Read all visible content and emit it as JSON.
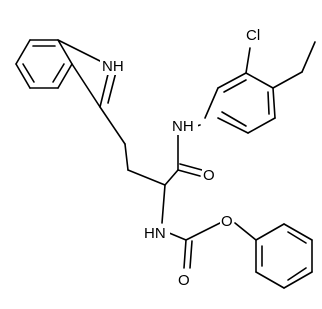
{
  "structure": {
    "atom_labels": {
      "indole_nh": "NH",
      "chlorine": "Cl",
      "amide_nh": "NH",
      "amide_oxygen": "O",
      "carbamate_nh": "HN",
      "ester_oxygen": "O",
      "carbonyl_oxygen": "O"
    }
  }
}
